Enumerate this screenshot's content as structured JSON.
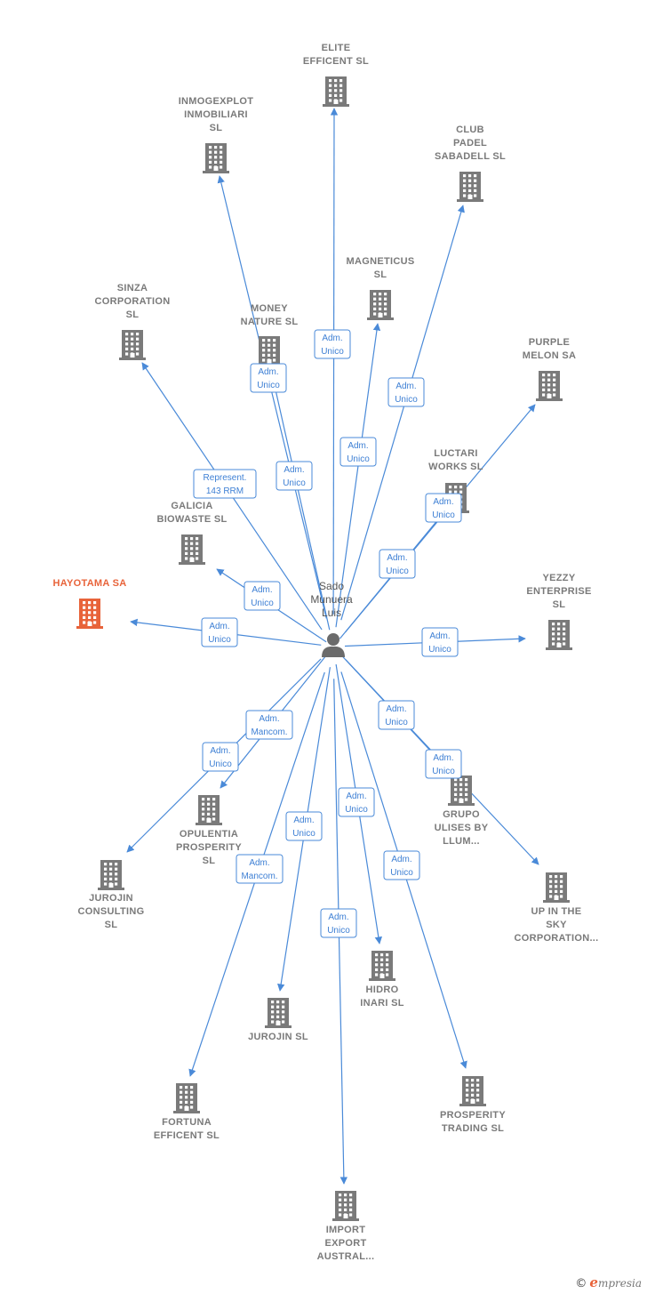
{
  "person": {
    "name_lines": [
      "Sado",
      "Munuera",
      "Luis"
    ]
  },
  "colors": {
    "edge": "#4a8ad8",
    "building": "#7a7a7a",
    "highlight": "#e8633a",
    "person": "#6b6b6b"
  },
  "companies": [
    {
      "id": "elite",
      "lines": [
        "ELITE",
        "EFFICENT  SL"
      ],
      "highlight": false,
      "icon": "building-icon"
    },
    {
      "id": "inmogexplot",
      "lines": [
        "INMOGEXPLOT",
        "INMOBILIARI",
        "SL"
      ],
      "highlight": false,
      "icon": "building-icon"
    },
    {
      "id": "clubpadel",
      "lines": [
        "CLUB",
        "PADEL",
        "SABADELL  SL"
      ],
      "highlight": false,
      "icon": "building-icon"
    },
    {
      "id": "magneticus",
      "lines": [
        "MAGNETICUS",
        "SL"
      ],
      "highlight": false,
      "icon": "building-icon"
    },
    {
      "id": "sinza",
      "lines": [
        "SINZA",
        "CORPORATION",
        "SL"
      ],
      "highlight": false,
      "icon": "building-icon"
    },
    {
      "id": "money",
      "lines": [
        "MONEY",
        "NATURE  SL"
      ],
      "highlight": false,
      "icon": "building-icon"
    },
    {
      "id": "purple",
      "lines": [
        "PURPLE",
        "MELON SA"
      ],
      "highlight": false,
      "icon": "building-icon"
    },
    {
      "id": "luctari",
      "lines": [
        "LUCTARI",
        "WORKS  SL"
      ],
      "highlight": false,
      "icon": "building-icon"
    },
    {
      "id": "galicia",
      "lines": [
        "GALICIA",
        "BIOWASTE  SL"
      ],
      "highlight": false,
      "icon": "building-icon"
    },
    {
      "id": "hayotama",
      "lines": [
        "HAYOTAMA SA"
      ],
      "highlight": true,
      "icon": "building-icon"
    },
    {
      "id": "yezzy",
      "lines": [
        "YEZZY",
        "ENTERPRISE",
        "SL"
      ],
      "highlight": false,
      "icon": "building-icon"
    },
    {
      "id": "grupo",
      "lines": [
        "GRUPO",
        "ULISES BY",
        "LLUM..."
      ],
      "highlight": false,
      "icon": "building-icon"
    },
    {
      "id": "opulentia",
      "lines": [
        "OPULENTIA",
        "PROSPERITY",
        "SL"
      ],
      "highlight": false,
      "icon": "building-icon"
    },
    {
      "id": "jurojinc",
      "lines": [
        "JUROJIN",
        "CONSULTING",
        "SL"
      ],
      "highlight": false,
      "icon": "building-icon"
    },
    {
      "id": "upinsky",
      "lines": [
        "UP IN THE",
        "SKY",
        "CORPORATION..."
      ],
      "highlight": false,
      "icon": "building-icon"
    },
    {
      "id": "hidro",
      "lines": [
        "HIDRO",
        "INARI  SL"
      ],
      "highlight": false,
      "icon": "building-icon"
    },
    {
      "id": "jurojin",
      "lines": [
        "JUROJIN  SL"
      ],
      "highlight": false,
      "icon": "building-icon"
    },
    {
      "id": "fortuna",
      "lines": [
        "FORTUNA",
        "EFFICENT  SL"
      ],
      "highlight": false,
      "icon": "building-icon"
    },
    {
      "id": "prosperity",
      "lines": [
        "PROSPERITY",
        "TRADING  SL"
      ],
      "highlight": false,
      "icon": "building-icon"
    },
    {
      "id": "importexport",
      "lines": [
        "IMPORT",
        "EXPORT",
        "AUSTRAL..."
      ],
      "highlight": false,
      "icon": "building-icon"
    }
  ],
  "edges": [
    {
      "to": "elite",
      "role_lines": [
        "Adm.",
        "Unico"
      ]
    },
    {
      "to": "inmogexplot",
      "role_lines": [
        "Adm.",
        "Unico"
      ]
    },
    {
      "to": "clubpadel",
      "role_lines": [
        "Adm.",
        "Unico"
      ]
    },
    {
      "to": "magneticus",
      "role_lines": [
        "Adm.",
        "Unico"
      ]
    },
    {
      "to": "sinza",
      "role_lines": [
        "Represent.",
        "143 RRM"
      ]
    },
    {
      "to": "money",
      "role_lines": [
        "Adm.",
        "Unico"
      ]
    },
    {
      "to": "purple",
      "role_lines": [
        "Adm.",
        "Unico"
      ]
    },
    {
      "to": "luctari",
      "role_lines": [
        "Adm.",
        "Unico"
      ]
    },
    {
      "to": "galicia",
      "role_lines": [
        "Adm.",
        "Unico"
      ]
    },
    {
      "to": "hayotama",
      "role_lines": [
        "Adm.",
        "Unico"
      ]
    },
    {
      "to": "yezzy",
      "role_lines": [
        "Adm.",
        "Unico"
      ]
    },
    {
      "to": "grupo",
      "role_lines": [
        "Adm.",
        "Unico"
      ]
    },
    {
      "to": "opulentia",
      "role_lines": [
        "Adm.",
        "Mancom."
      ]
    },
    {
      "to": "jurojinc",
      "role_lines": [
        "Adm.",
        "Unico"
      ]
    },
    {
      "to": "upinsky",
      "role_lines": [
        "Adm.",
        "Unico"
      ]
    },
    {
      "to": "hidro",
      "role_lines": [
        "Adm.",
        "Unico"
      ]
    },
    {
      "to": "jurojin",
      "role_lines": [
        "Adm.",
        "Unico"
      ]
    },
    {
      "to": "fortuna",
      "role_lines": [
        "Adm.",
        "Mancom."
      ]
    },
    {
      "to": "prosperity",
      "role_lines": [
        "Adm.",
        "Unico"
      ]
    },
    {
      "to": "importexport",
      "role_lines": [
        "Adm.",
        "Unico"
      ]
    }
  ],
  "footer": {
    "copyright": "©",
    "brand_initial": "e",
    "brand_rest": "mpresia"
  }
}
